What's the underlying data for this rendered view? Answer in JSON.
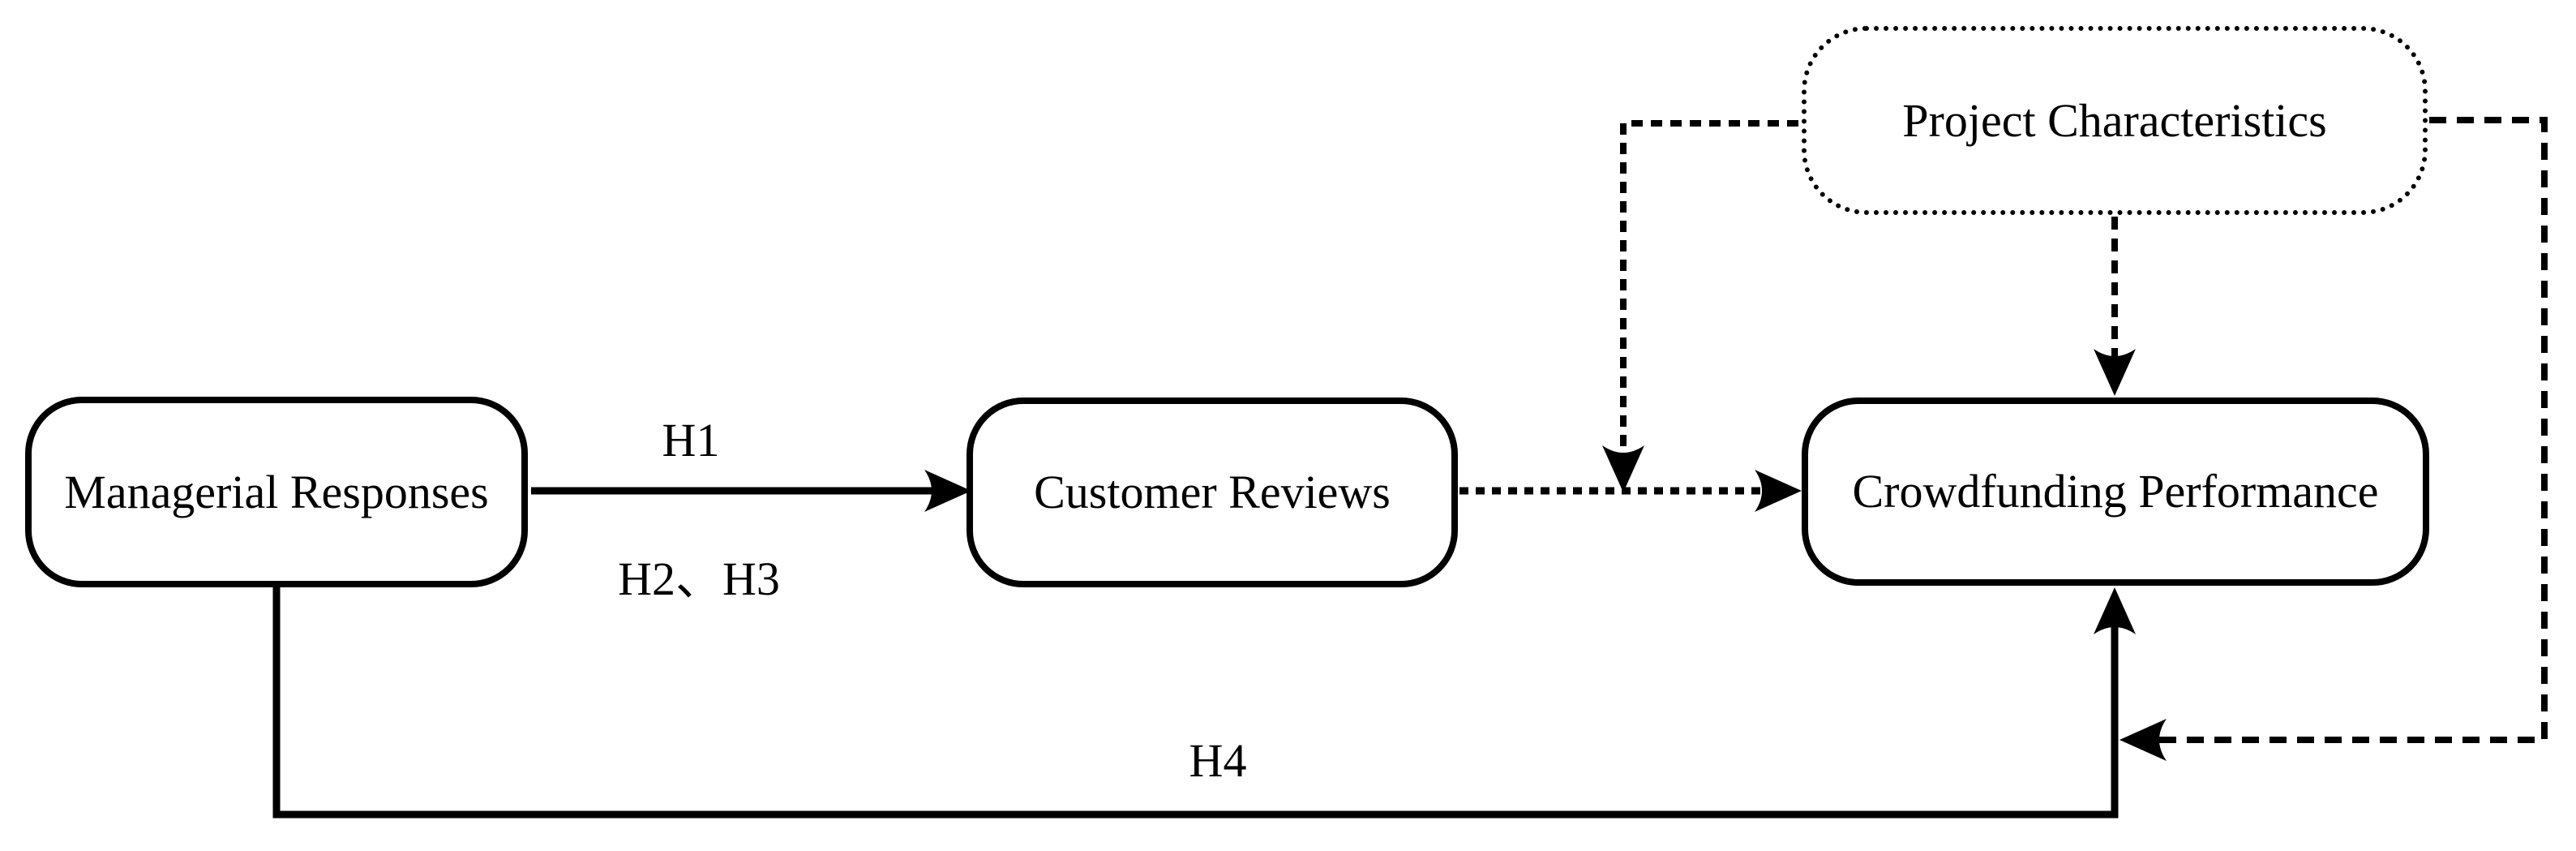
{
  "figure": {
    "background_color": "#ffffff",
    "ink_color": "#000000",
    "type": "research-model-diagram"
  },
  "nodes": {
    "managerial_responses": {
      "label": "Managerial Responses",
      "border_style": "solid"
    },
    "customer_reviews": {
      "label": "Customer Reviews",
      "border_style": "solid"
    },
    "crowdfunding_performance": {
      "label": "Crowdfunding Performance",
      "border_style": "solid"
    },
    "project_characteristics": {
      "label": "Project Characteristics",
      "border_style": "dotted"
    }
  },
  "edges": {
    "h1": {
      "label": "H1",
      "from": "Managerial Responses",
      "to": "Customer Reviews",
      "line_style": "solid"
    },
    "h2_h3": {
      "label": "H2、H3",
      "from": "Managerial Responses",
      "to": "Customer Reviews",
      "line_style": "solid"
    },
    "reviews_to_performance": {
      "label": "",
      "from": "Customer Reviews",
      "to": "Crowdfunding Performance",
      "line_style": "dotted"
    },
    "moderation_on_reviews_link": {
      "label": "",
      "from": "Project Characteristics",
      "to": "Customer Reviews to Crowdfunding Performance link",
      "line_style": "dashed"
    },
    "direct_effect": {
      "label": "",
      "from": "Project Characteristics",
      "to": "Crowdfunding Performance",
      "line_style": "dashed"
    },
    "moderation_on_h4_link": {
      "label": "",
      "from": "Project Characteristics",
      "to": "Managerial Responses to Crowdfunding Performance link",
      "line_style": "dashed"
    },
    "h4": {
      "label": "H4",
      "from": "Managerial Responses",
      "to": "Crowdfunding Performance",
      "line_style": "solid"
    }
  }
}
